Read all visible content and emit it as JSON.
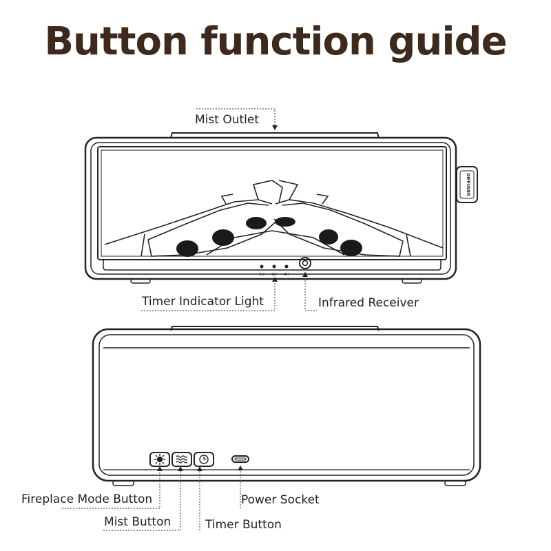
{
  "title": "Button function guide",
  "labels": {
    "mist_outlet": "Mist Outlet",
    "timer_indicator_light": "Timer Indicator Light",
    "infrared_receiver": "Infrared Receiver",
    "fireplace_mode_button": "Fireplace Mode Button",
    "mist_button": "Mist Button",
    "timer_button": "Timer Button",
    "power_socket": "Power Socket"
  },
  "timer_indicators": [
    "1H",
    "2H",
    "4H"
  ],
  "side_tag": "DIFFUSER",
  "colors": {
    "title": "#3d2a1d",
    "line": "#222222",
    "text": "#222222"
  }
}
